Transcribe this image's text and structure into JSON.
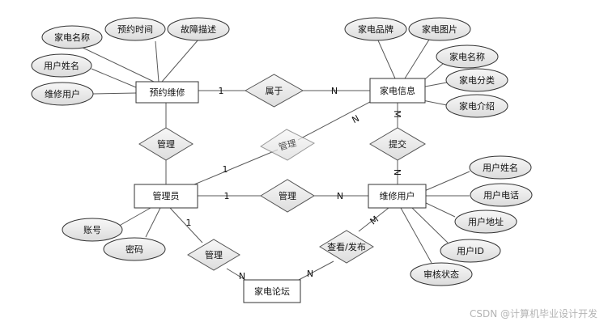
{
  "entities": {
    "yuyue_weixiu": "预约维修",
    "jiadian_xinxi": "家电信息",
    "guanliyuan": "管理员",
    "weixiu_yonghu": "维修用户",
    "jiadian_luntan": "家电论坛"
  },
  "relationships": {
    "shuyu": "属于",
    "guanli_top": "管理",
    "guanli_diag": "管理",
    "tijiao": "提交",
    "guanli_mid": "管理",
    "guanli_bottom": "管理",
    "chakan_fabu": "查看/发布"
  },
  "attributes": {
    "yuyue_jiadian_mingcheng": "家电名称",
    "yuyue_shijian": "预约时间",
    "guzhang_miaoshu": "故障描述",
    "yuyue_yonghu_xingming": "用户姓名",
    "weixiu_yonghu_attr": "维修用户",
    "jiadian_pinpai": "家电品牌",
    "jiadian_tupian": "家电图片",
    "jiadian_mingcheng": "家电名称",
    "jiadian_fenlei": "家电分类",
    "jiadian_jieshao": "家电介绍",
    "zhanghao": "账号",
    "mima": "密码",
    "yonghu_xingming": "用户姓名",
    "yonghu_dianhua": "用户电话",
    "yonghu_dizhi": "用户地址",
    "yonghu_id": "用户ID",
    "shenhe_zhuangtai": "审核状态"
  },
  "cardinalities": {
    "shuyu_left": "1",
    "shuyu_right": "N",
    "tijiao_top": "M",
    "tijiao_bottom": "N",
    "guanli_diag_left": "1",
    "guanli_diag_right": "N",
    "guanli_mid_left": "1",
    "guanli_mid_right": "N",
    "guanli_bottom_top": "1",
    "guanli_bottom_bottom": "N",
    "chakan_top": "M",
    "chakan_bottom": "N"
  },
  "watermark": "CSDN @计算机毕业设计开发"
}
